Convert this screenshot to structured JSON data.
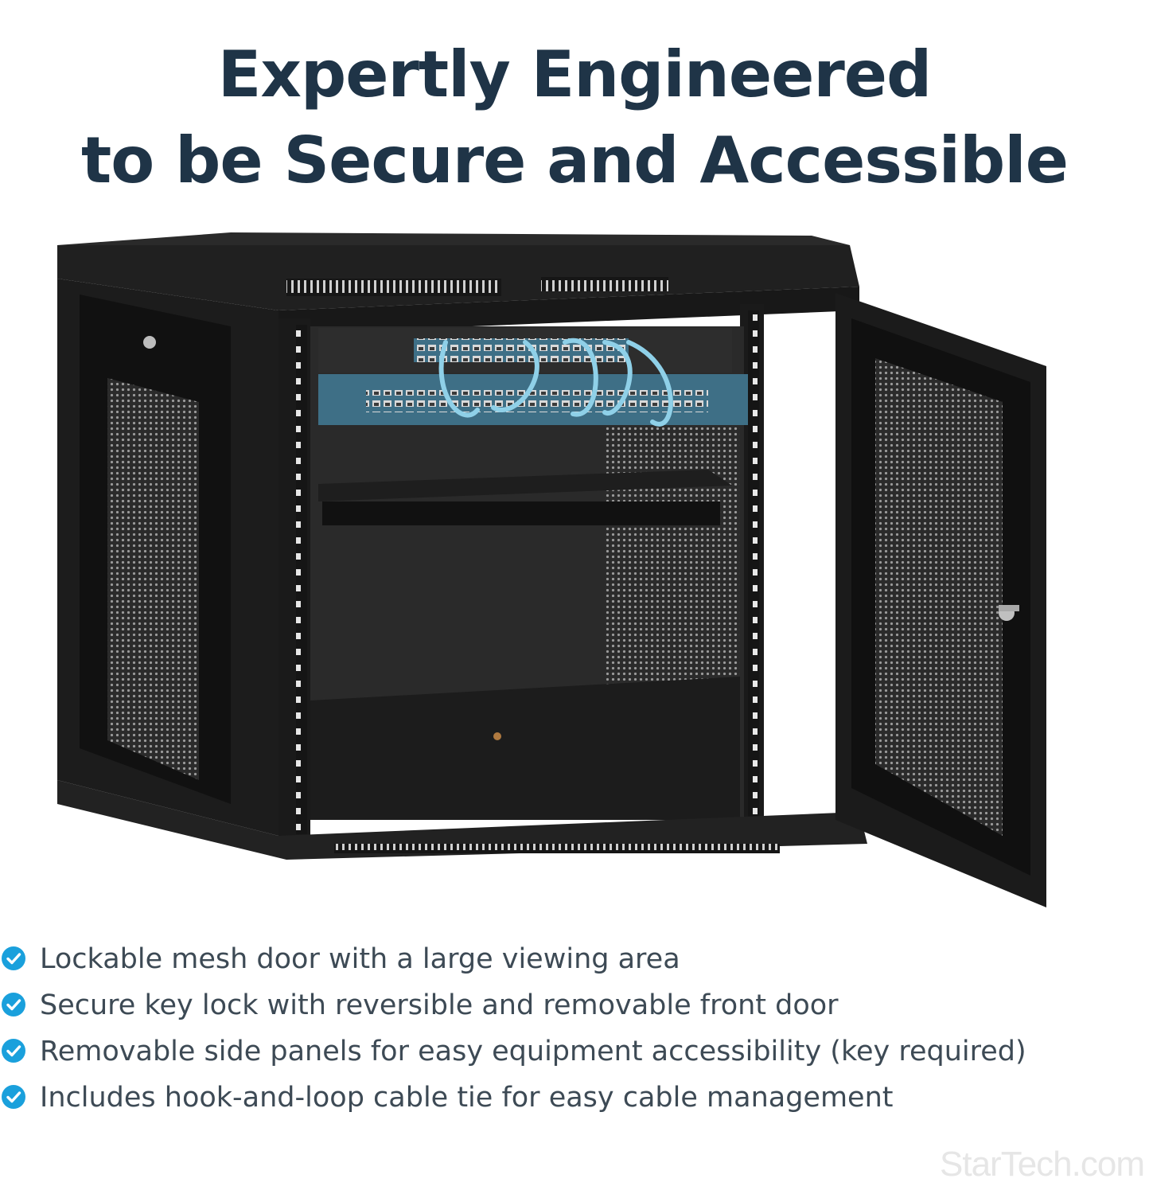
{
  "headline": {
    "line1": "Expertly Engineered",
    "line2": "to be Secure and Accessible"
  },
  "product_image": {
    "subject": "wall-mount server rack cabinet with open mesh door",
    "colors": {
      "body": "#1a1a1a",
      "mesh": "#2e2e2e",
      "switch": "#3e6f86",
      "cable": "#8fd0e8"
    }
  },
  "features": [
    {
      "icon": "check-circle-icon",
      "text": "Lockable mesh door with a large viewing area"
    },
    {
      "icon": "check-circle-icon",
      "text": "Secure key lock with reversible and removable front door"
    },
    {
      "icon": "check-circle-icon",
      "text": "Removable side panels for easy equipment accessibility (key required)"
    },
    {
      "icon": "check-circle-icon",
      "text": "Includes hook-and-loop cable tie for easy cable management"
    }
  ],
  "accent_color": "#1aa0dc",
  "logo": {
    "text": "StarTech.com"
  }
}
